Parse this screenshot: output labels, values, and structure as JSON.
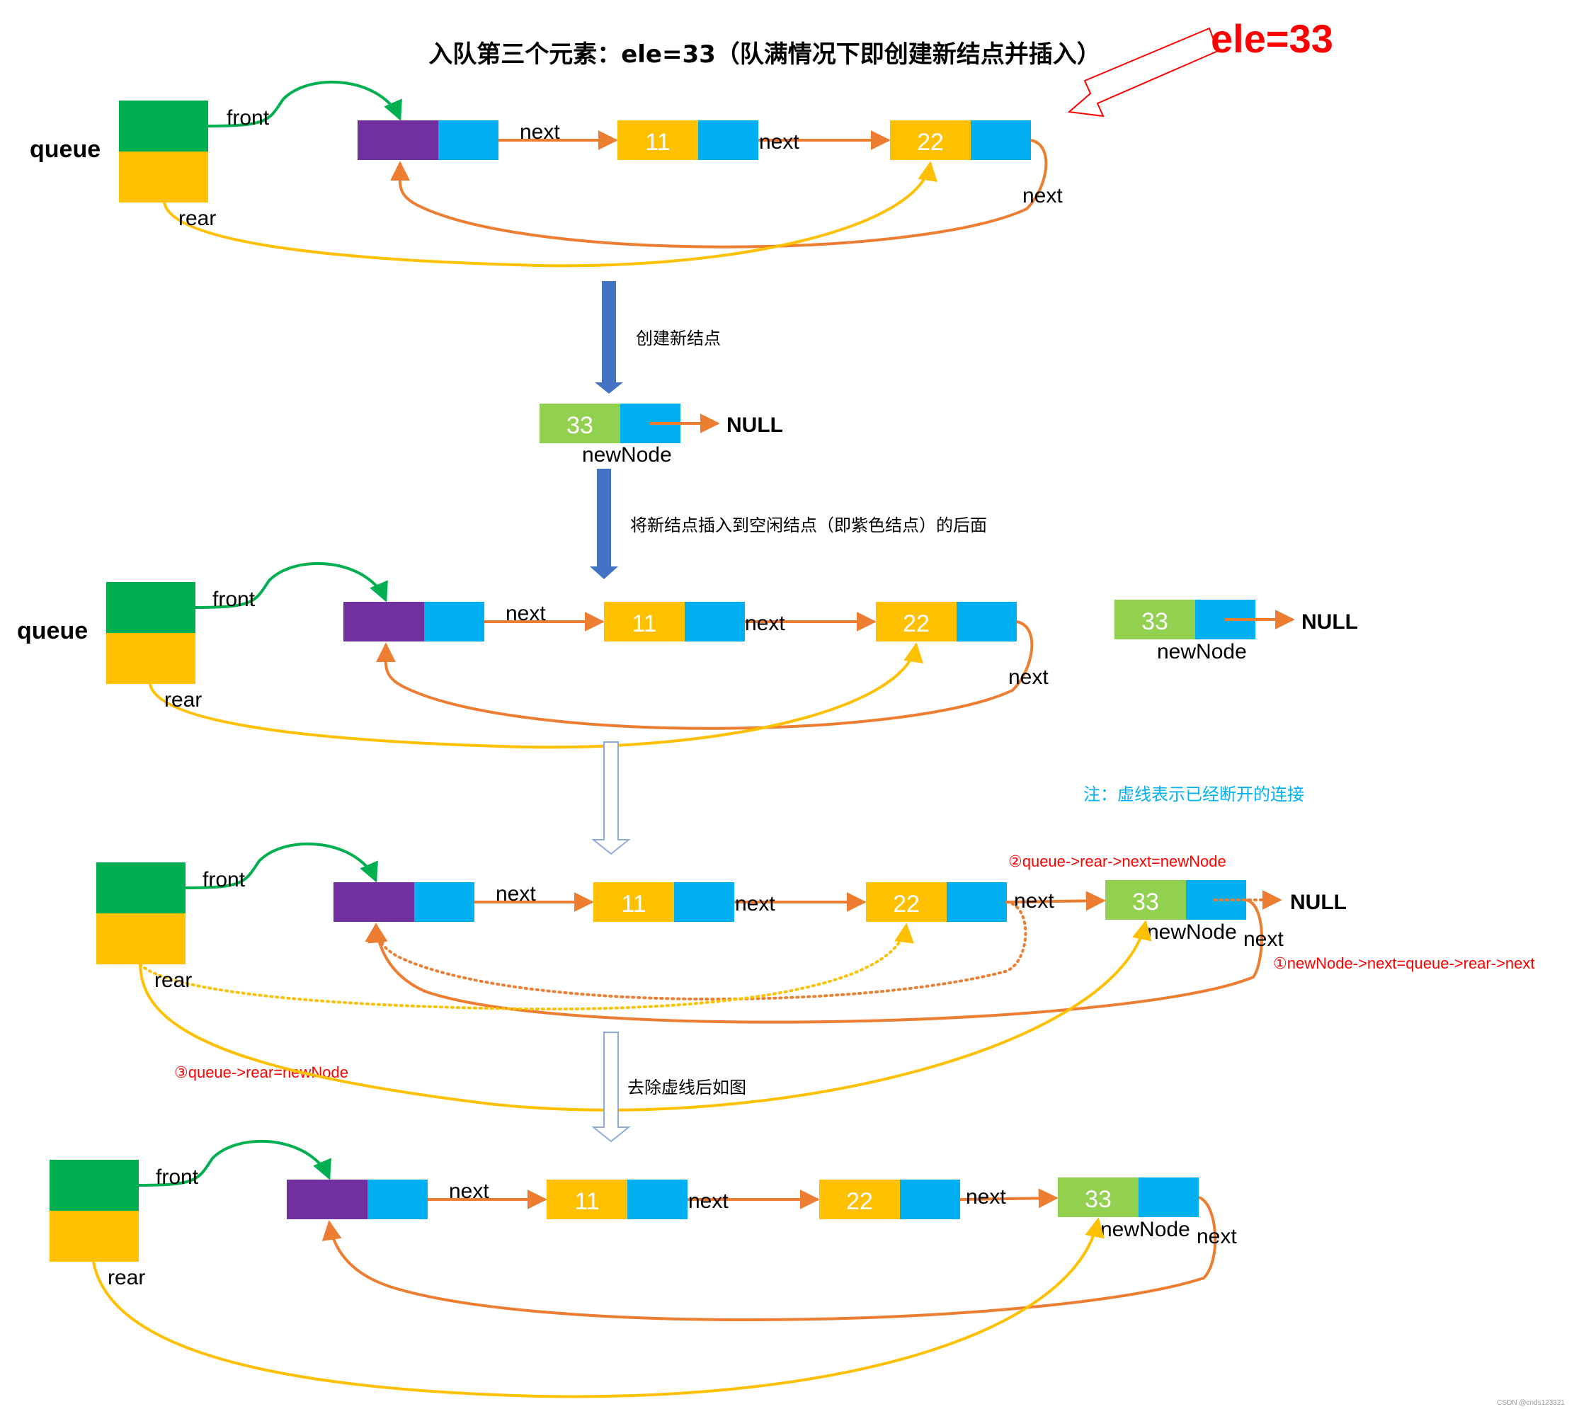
{
  "title": "入队第三个元素：ele=33（队满情况下即创建新结点并插入）",
  "ele_label": "ele=33",
  "watermark": "CSDN @cnds123321",
  "colors": {
    "queue_front": "#00B050",
    "queue_rear": "#FFC000",
    "empty_node": "#7030A0",
    "next_field": "#00B0F0",
    "data_node": "#FFC000",
    "new_node": "#92D050",
    "next_arrow": "#ED7D31",
    "rear_arrow": "#FFC000",
    "front_arrow": "#00B050",
    "step_arrow": "#4472C4",
    "annotation_red": "#FF0000",
    "note_blue": "#00B0F0"
  },
  "labels": {
    "queue": "queue",
    "front": "front",
    "rear": "rear",
    "next": "next",
    "null": "NULL",
    "new_node": "newNode"
  },
  "nodes": {
    "n11": "11",
    "n22": "22",
    "n33": "33"
  },
  "steps": {
    "create": "创建新结点",
    "insert": "将新结点插入到空闲结点（即紫色结点）的后面",
    "remove_dashed": "去除虚线后如图"
  },
  "note": "注：虚线表示已经断开的连接",
  "annotations": {
    "a1": "①newNode->next=queue->rear->next",
    "a2": "②queue->rear->next=newNode",
    "a3": "③queue->rear=newNode"
  }
}
